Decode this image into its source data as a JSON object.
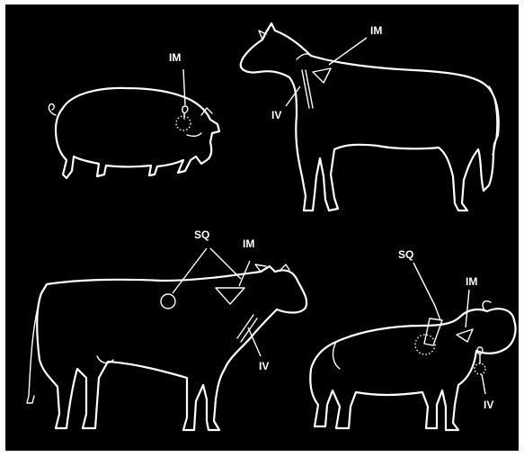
{
  "colors": {
    "background": "#000000",
    "line": "#ffffff",
    "border": "#ffffff"
  },
  "pig": {
    "im_label": "IM"
  },
  "horse": {
    "im_label": "IM",
    "iv_label": "IV"
  },
  "cow": {
    "sq_label": "SQ",
    "im_label": "IM",
    "iv_label": "IV"
  },
  "sheep": {
    "sq_label": "SQ",
    "im_label": "IM",
    "iv_label": "IV"
  }
}
